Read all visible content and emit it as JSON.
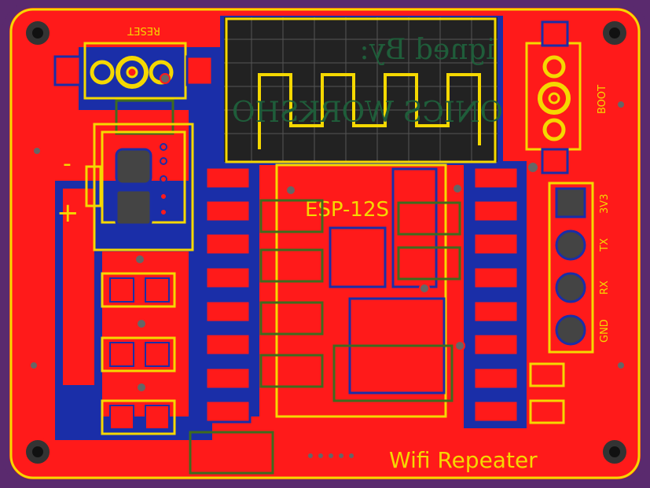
{
  "board": {
    "title_label": "Wifi Repeater",
    "module_label": "ESP-12S",
    "colors": {
      "background": "#5a2a6e",
      "copper_top": "#ff0000",
      "copper_bottom": "#1a2ea8",
      "silkscreen": "#f5d800",
      "courtyard": "#3f6b1e",
      "mirror_text": "#1f5d3a"
    }
  },
  "buttons": {
    "reset_label": "RESET",
    "boot_label": "BOOT"
  },
  "power": {
    "minus_label": "-",
    "plus_label": "+"
  },
  "uart_header": {
    "pins": [
      "3V3",
      "TX",
      "RX",
      "GND"
    ]
  },
  "bottom_silk": {
    "line1": "igned By:",
    "line2": "ONICS WORKSHO"
  }
}
